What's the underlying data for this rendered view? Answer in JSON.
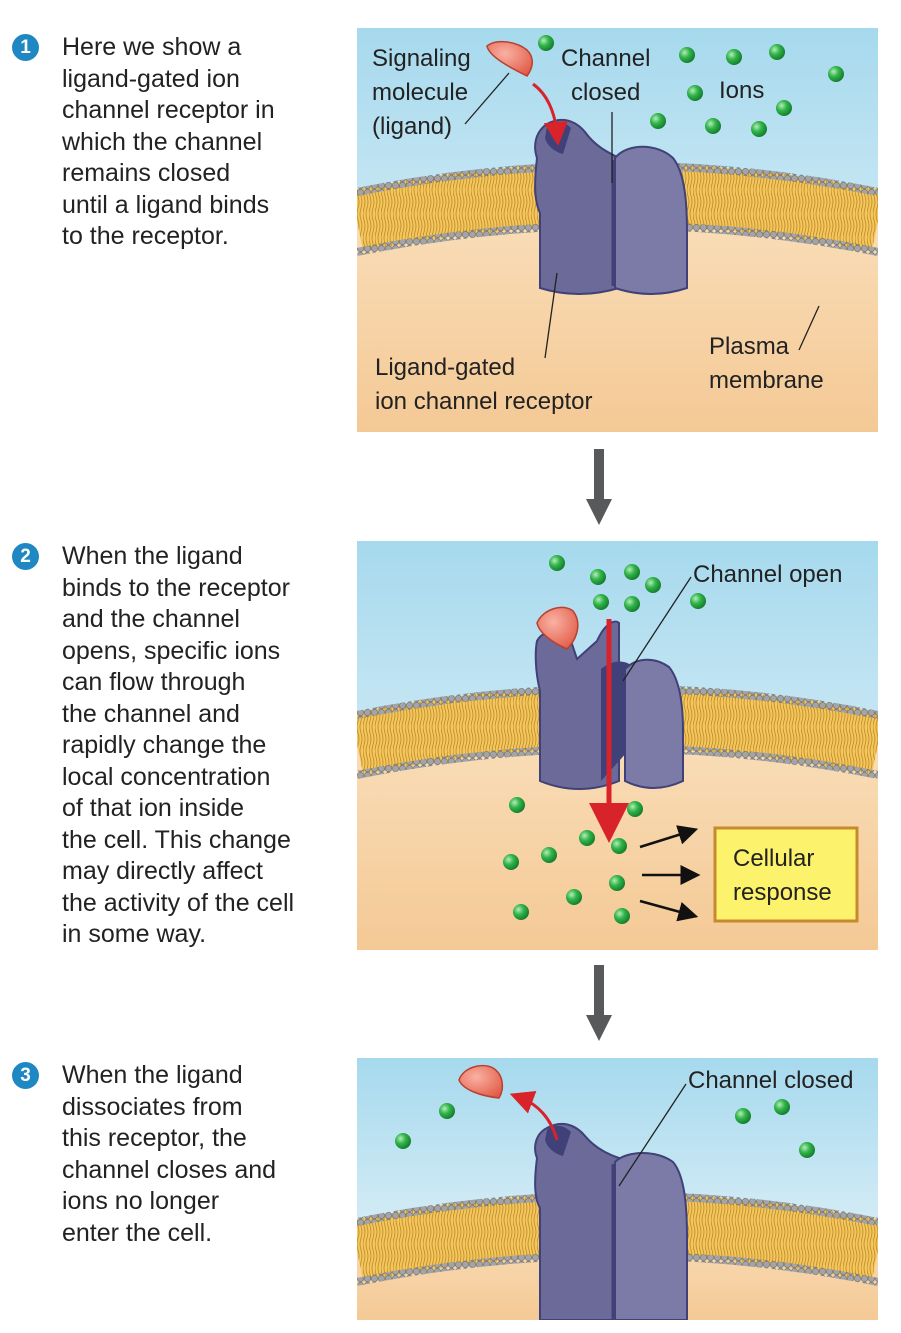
{
  "steps": [
    {
      "number": "1",
      "text": "Here we show a\nligand-gated ion\nchannel receptor in\nwhich the channel\nremains closed\nuntil a ligand binds\nto the receptor."
    },
    {
      "number": "2",
      "text": "When the ligand\nbinds to the receptor\nand the channel\nopens, specific ions\ncan flow through\nthe channel and\nrapidly change the\nlocal concentration\nof that ion inside\nthe cell. This change\nmay directly affect\nthe activity of the cell\nin some way."
    },
    {
      "number": "3",
      "text": "When the ligand\ndissociates from\nthis receptor, the\nchannel closes and\nions no longer\nenter the cell."
    }
  ],
  "panel1": {
    "signaling_line1": "Signaling",
    "signaling_line2": "molecule",
    "signaling_line3": "(ligand)",
    "channel_line1": "Channel",
    "channel_line2": "closed",
    "ions": "Ions",
    "plasma_line1": "Plasma",
    "plasma_line2": "membrane",
    "receptor_line1": "Ligand-gated",
    "receptor_line2": "ion channel receptor"
  },
  "panel2": {
    "channel_open": "Channel open",
    "response_line1": "Cellular",
    "response_line2": "response"
  },
  "panel3": {
    "channel_closed": "Channel closed"
  },
  "colors": {
    "sky_top": "#a9dbee",
    "sky_bottom": "#eaf5fa",
    "cytoplasm": "#f6d3a6",
    "protein": "#6c6a99",
    "protein_dark": "#3f4178",
    "ligand": "#ef6e5c",
    "ion": "#2db24a",
    "red_arrow": "#d8232a",
    "response_box": "#fdf26b",
    "gray_arrow": "#58595b"
  }
}
